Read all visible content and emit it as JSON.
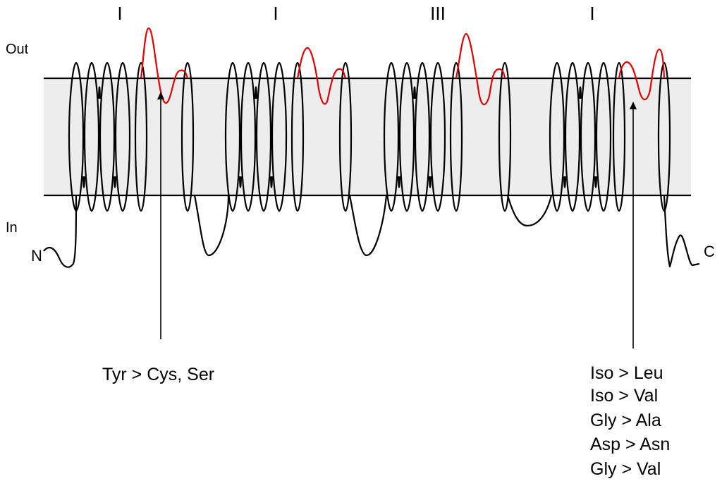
{
  "domains": [
    "I",
    "I",
    "III",
    "I"
  ],
  "sides": {
    "outside": "Out",
    "inside": "In"
  },
  "termini": {
    "n": "N",
    "c": "C"
  },
  "mutation_groups": [
    {
      "labels": [
        "Tyr > Cys, Ser"
      ]
    },
    {
      "labels": [
        "Iso > Leu",
        "Iso > Val",
        "Gly > Ala",
        "Asp > Asn",
        "Gly > Val"
      ]
    }
  ],
  "colors": {
    "membrane": "#ededed",
    "line": "#000000",
    "highlight": "#e00000"
  }
}
